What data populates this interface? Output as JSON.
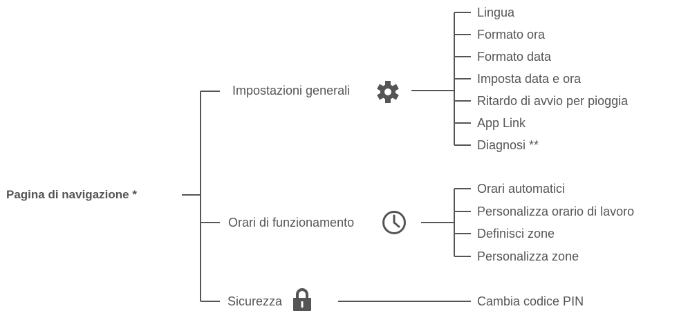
{
  "root": {
    "label": "Pagina di navigazione *"
  },
  "sections": [
    {
      "label": "Impostazioni generali",
      "icon": "gear-icon",
      "items": [
        "Lingua",
        "Formato ora",
        "Formato data",
        "Imposta data e ora",
        "Ritardo di avvio per pioggia",
        "App Link",
        "Diagnosi **"
      ]
    },
    {
      "label": "Orari di funzionamento",
      "icon": "clock-icon",
      "items": [
        "Orari automatici",
        "Personalizza orario di lavoro",
        "Definisci zone",
        "Personalizza zone"
      ]
    },
    {
      "label": "Sicurezza",
      "icon": "lock-icon",
      "items": [
        "Cambia codice PIN"
      ]
    }
  ],
  "colors": {
    "line": "#555555",
    "text": "#555555",
    "background": "#ffffff"
  }
}
